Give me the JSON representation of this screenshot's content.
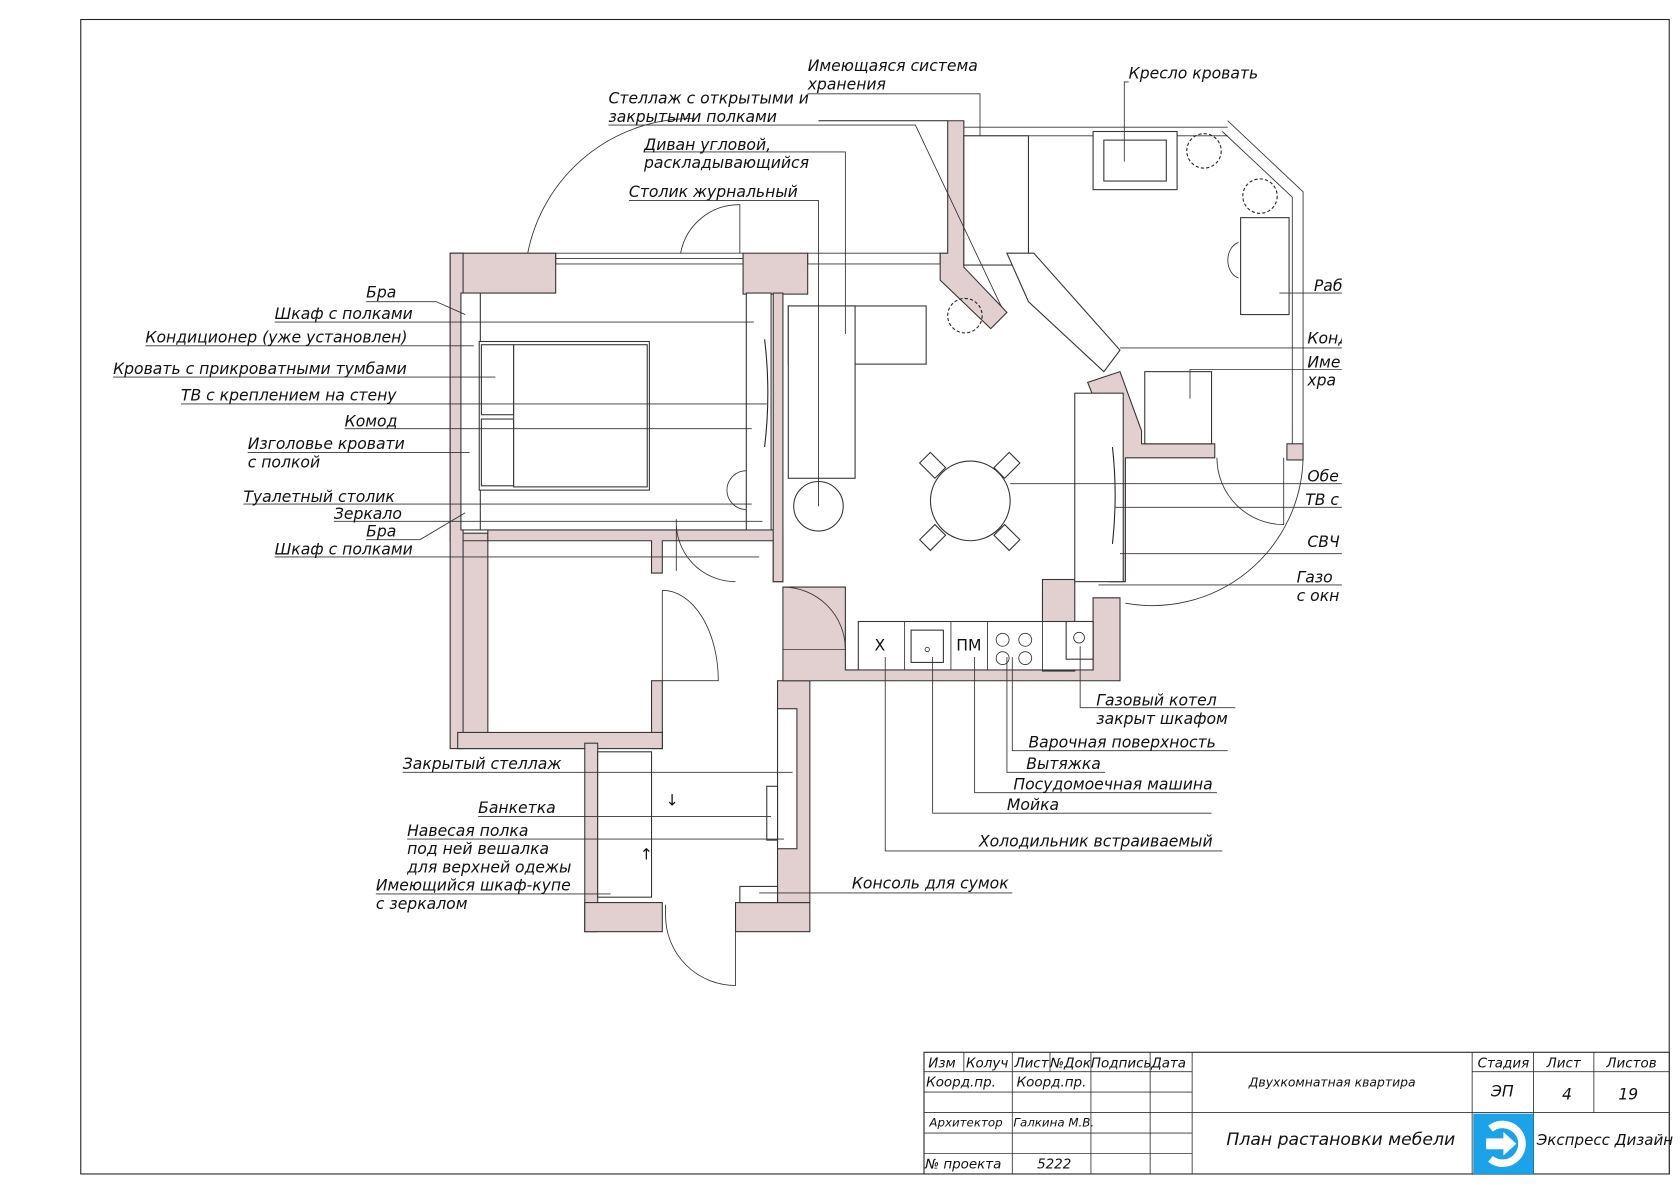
{
  "drawing": {
    "title": "План растановки мебели",
    "labels_left": {
      "bra_top": "Бра",
      "shelf_top": "Шкаф с полками",
      "aircon": "Кондиционер (уже установлен)",
      "bed": "Кровать с прикроватными тумбами",
      "tv_wall": "ТВ с креплением на стену",
      "dresser": "Комод",
      "headboard_1": "Изголовье кровати",
      "headboard_2": "с полкой",
      "vanity": "Туалетный столик",
      "mirror": "Зеркало",
      "bra_bottom": "Бра",
      "shelf_bottom": "Шкаф с полками"
    },
    "labels_top": {
      "storage_1": "Имеющаяся система",
      "storage_2": "хранения",
      "rack_1": "Стеллаж с открытыми и",
      "rack_2": "закрытыми полками",
      "sofa_1": "Диван угловой,",
      "sofa_2": "раскладывающийся",
      "coffee_table": "Столик журнальный",
      "chair_bed": "Кресло кровать"
    },
    "labels_right": {
      "work": "Раб",
      "cond": "Конд",
      "storage_1": "Име",
      "storage_2": "хра",
      "dining": "Обе",
      "tv": "ТВ с",
      "microwave": "СВЧ",
      "gas_1": "Газо",
      "gas_2": "с окн"
    },
    "labels_kitchen": {
      "boiler_1": "Газовый котел",
      "boiler_2": "закрыт шкафом",
      "hob": "Варочная поверхность",
      "hood": "Вытяжка",
      "dishwasher": "Посудомоечная машина",
      "sink": "Мойка",
      "fridge": "Холодильник встраиваемый",
      "console": "Консоль для сумок",
      "fridge_mark": "Х",
      "dishwasher_mark": "ПМ"
    },
    "labels_hall": {
      "closed_rack": "Закрытый стеллаж",
      "bench": "Банкетка",
      "shelf_1": "Навесая полка",
      "shelf_2": "под ней вешалка",
      "shelf_3": "для верхней одежы",
      "wardrobe_1": "Имеющийся шкаф-купе",
      "wardrobe_2": "с зеркалом"
    }
  },
  "title_block": {
    "headers": [
      "Изм",
      "Колуч",
      "Лист",
      "№Док",
      "Подпись",
      "Дата"
    ],
    "coord_1": "Коорд.пр.",
    "coord_2": "Коорд.пр.",
    "architect_role": "Архитектор",
    "architect_name": "Галкина М.В.",
    "project_label": "№ проекта",
    "project_number": "5222",
    "object": "Двухкомнатная квартира",
    "sheet_title": "План растановки мебели",
    "stage_label": "Стадия",
    "sheet_label": "Лист",
    "sheets_label": "Листов",
    "stage": "ЭП",
    "sheet": "4",
    "sheets": "19",
    "company": "Экспресс Дизайн",
    "logo_color": "#1aa3e8"
  }
}
